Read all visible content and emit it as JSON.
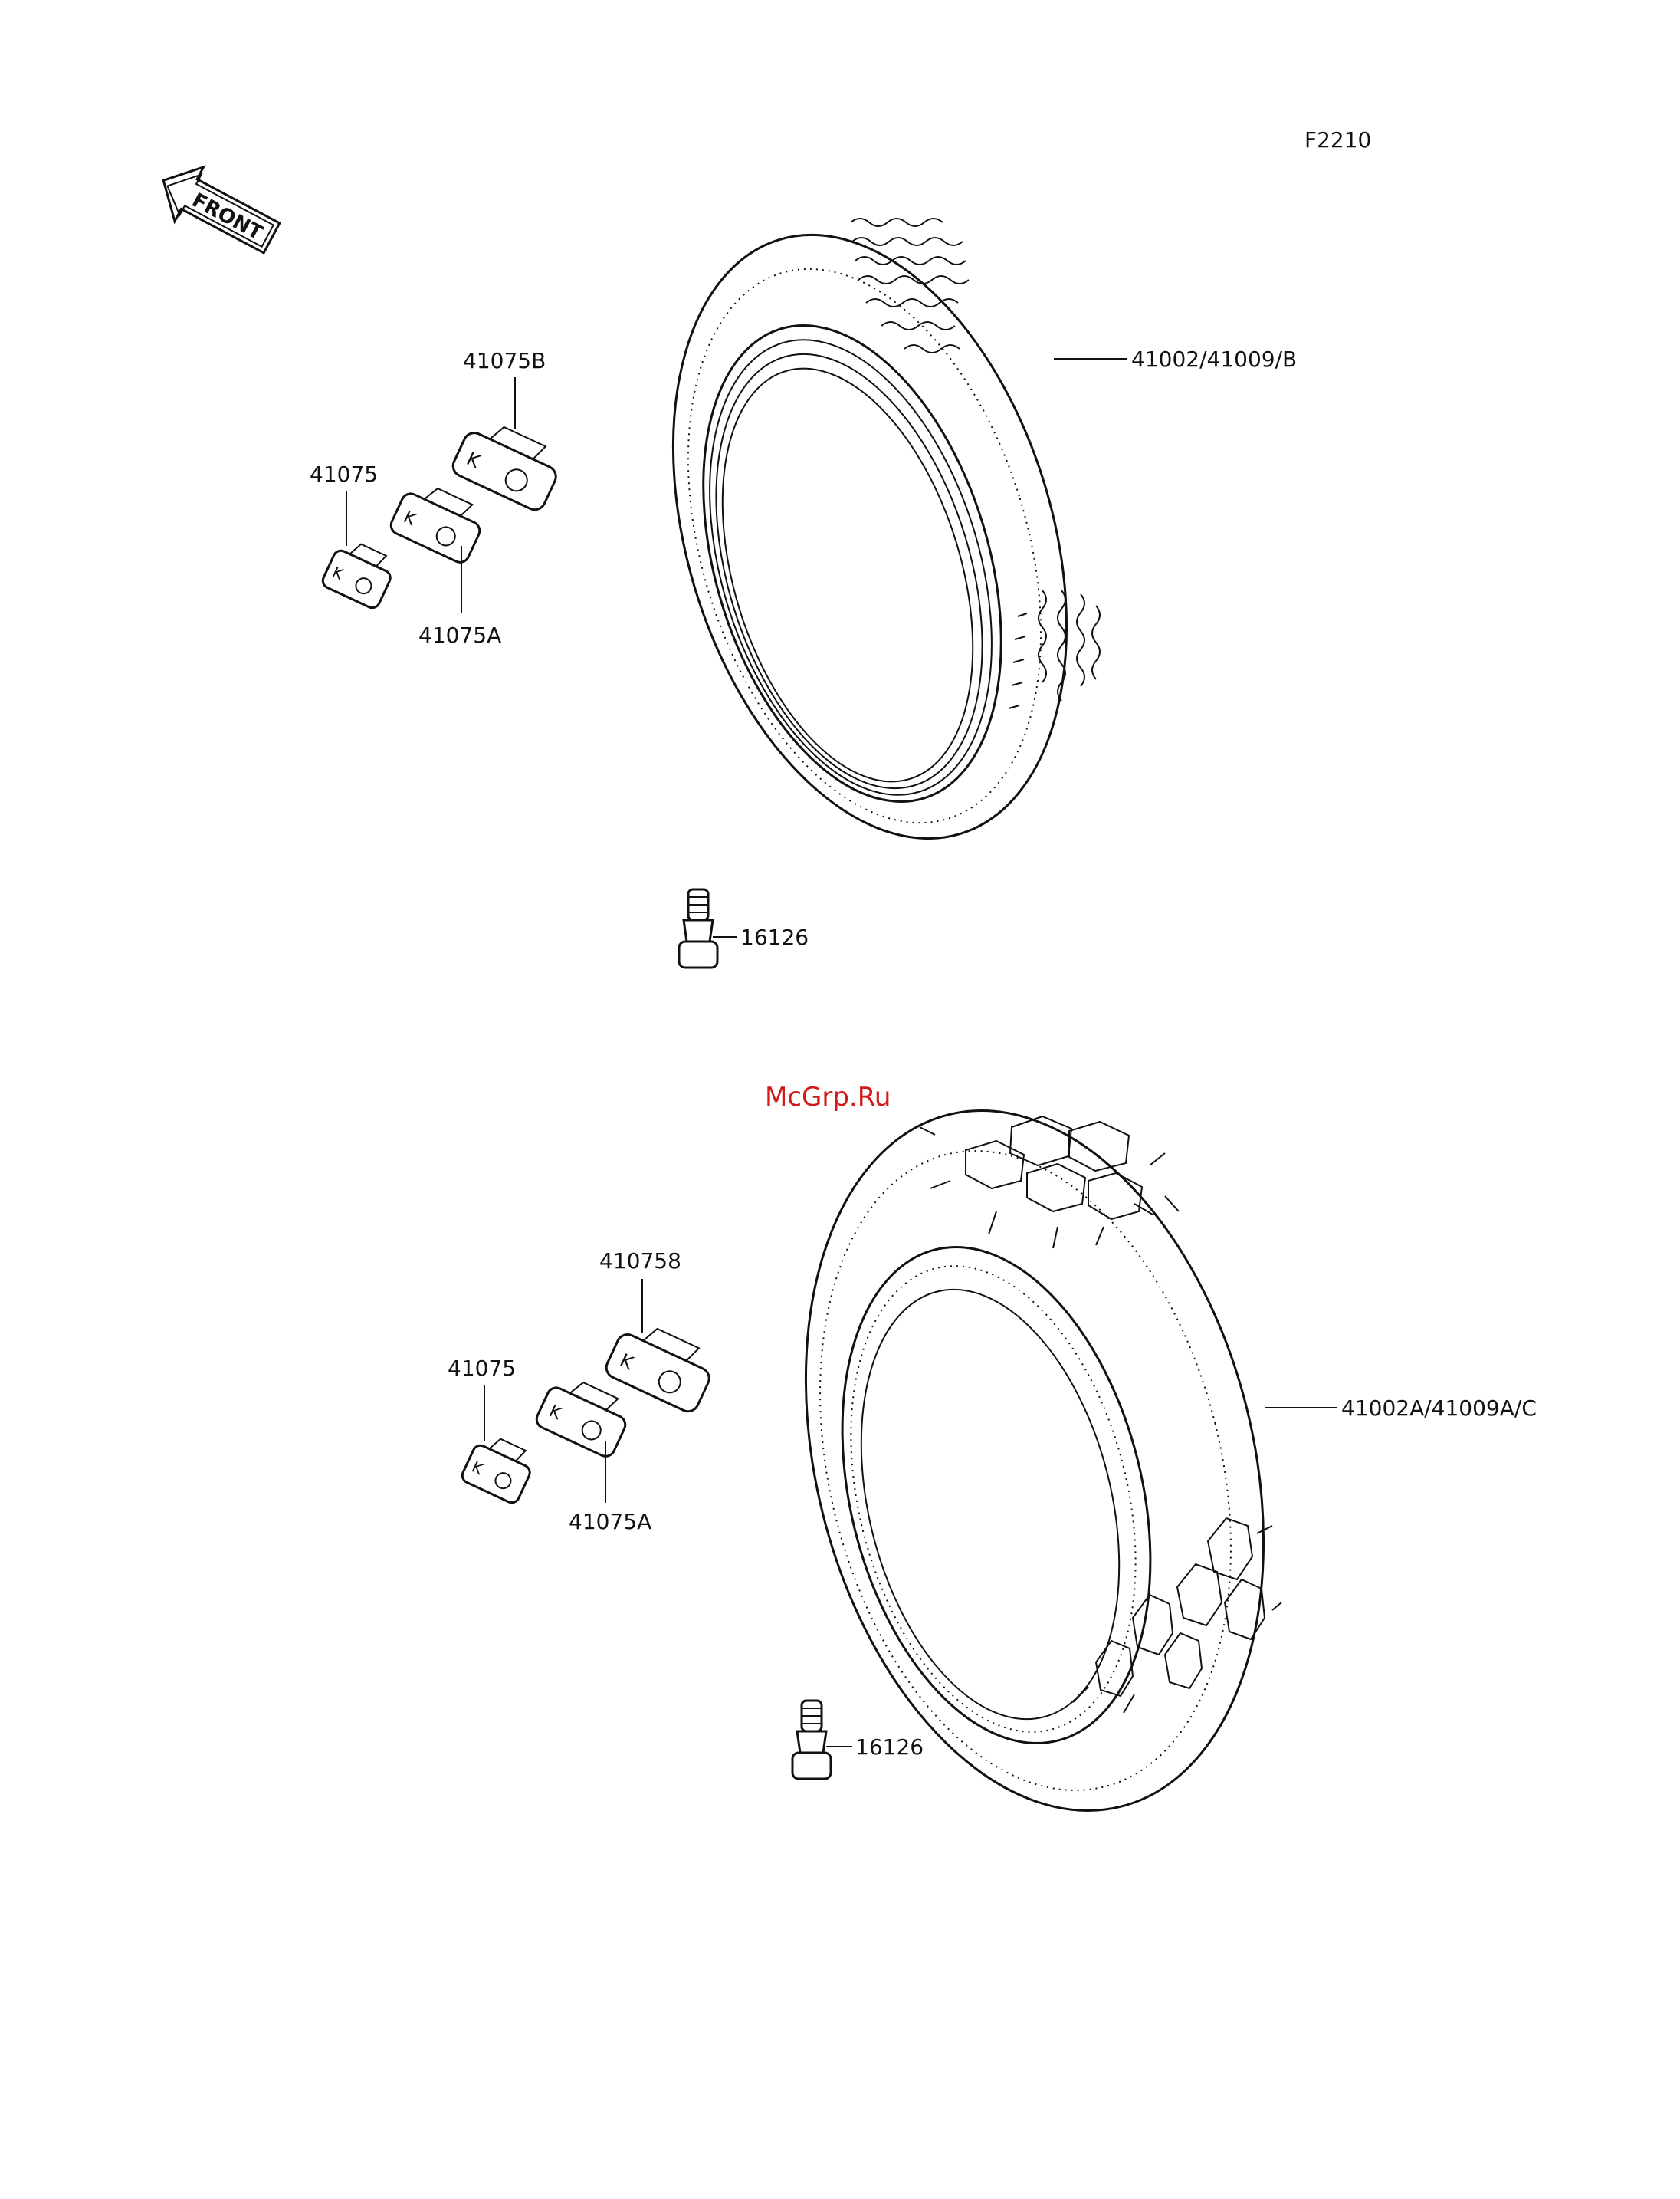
{
  "figure_code": "F2210",
  "front_label": "FRONT",
  "watermark": {
    "text": "McGrp.Ru",
    "color": "#d11a1a"
  },
  "top_assembly": {
    "tire_label": "41002/41009/B",
    "weight_b_label": "41075B",
    "weight_label": "41075",
    "weight_a_label": "41075A",
    "valve_label": "16126"
  },
  "bottom_assembly": {
    "tire_label": "41002A/41009A/C",
    "weight_b_label": "410758",
    "weight_label": "41075",
    "weight_a_label": "41075A",
    "valve_label": "16126"
  }
}
